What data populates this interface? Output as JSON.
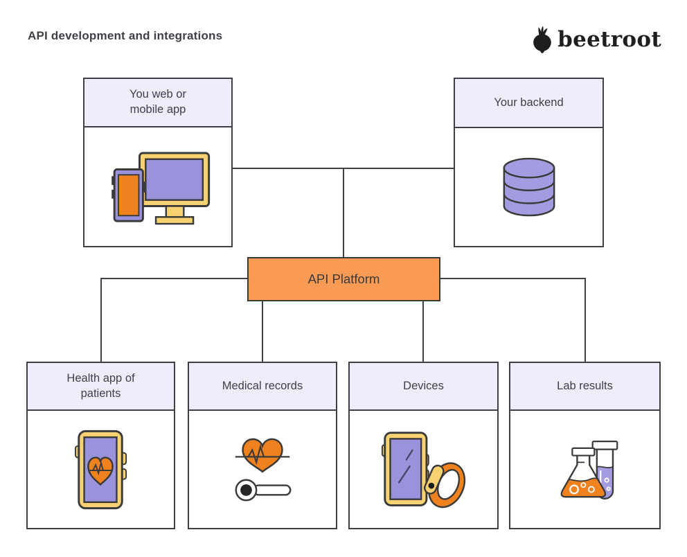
{
  "header": {
    "title": "API development and integrations",
    "brand": "beetroot"
  },
  "nodes": {
    "web": {
      "label": "You web or mobile app",
      "icon": "desktop-and-phone-icon"
    },
    "backend": {
      "label": "Your backend",
      "icon": "database-icon"
    },
    "api": {
      "label": "API Platform"
    },
    "health": {
      "label": "Health app of patients",
      "icon": "phone-heart-icon"
    },
    "medical": {
      "label": "Medical records",
      "icon": "heart-thermometer-icon"
    },
    "devices": {
      "label": "Devices",
      "icon": "phone-fitness-band-icon"
    },
    "lab": {
      "label": "Lab results",
      "icon": "flask-testtube-icon"
    }
  },
  "colors": {
    "accent_orange": "#F99B55",
    "header_fill": "#EFEDFB",
    "line": "#3F3F46",
    "text": "#3F3F46",
    "ink": "#3A3A3A",
    "icon_yellow": "#F8D173",
    "icon_purple": "#9A93DC",
    "icon_purple_light": "#A49CE0",
    "icon_orange": "#F0811F",
    "logo_black": "#1E1E20"
  }
}
